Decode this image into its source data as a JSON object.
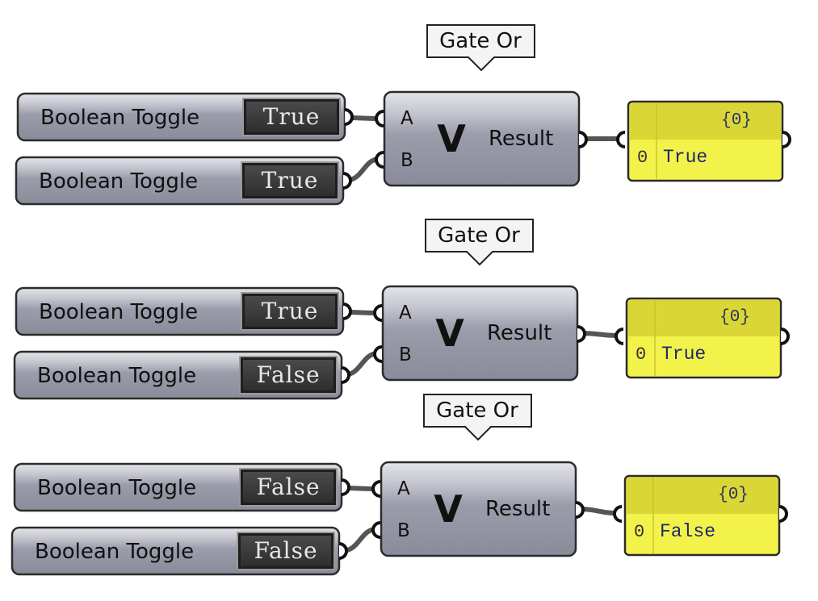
{
  "canvas": {
    "background": "#ffffff"
  },
  "colors": {
    "node_body": "#8f90a0",
    "node_top": "#d4d5dd",
    "toggle_bg": "#3c3c3c",
    "panel_bg": "#f3f24b",
    "panel_header": "#dad636",
    "wire": "#555555"
  },
  "groups": [
    {
      "tooltip": "Gate Or",
      "toggles": [
        {
          "label": "Boolean Toggle",
          "value": "True"
        },
        {
          "label": "Boolean Toggle",
          "value": "True"
        }
      ],
      "gate": {
        "input_a": "A",
        "input_b": "B",
        "symbol": "V",
        "output": "Result",
        "symbol_icon": "logical-or-icon"
      },
      "panel": {
        "path": "{0}",
        "index": "0",
        "value": "True"
      }
    },
    {
      "tooltip": "Gate Or",
      "toggles": [
        {
          "label": "Boolean Toggle",
          "value": "True"
        },
        {
          "label": "Boolean Toggle",
          "value": "False"
        }
      ],
      "gate": {
        "input_a": "A",
        "input_b": "B",
        "symbol": "V",
        "output": "Result",
        "symbol_icon": "logical-or-icon"
      },
      "panel": {
        "path": "{0}",
        "index": "0",
        "value": "True"
      }
    },
    {
      "tooltip": "Gate Or",
      "toggles": [
        {
          "label": "Boolean Toggle",
          "value": "False"
        },
        {
          "label": "Boolean Toggle",
          "value": "False"
        }
      ],
      "gate": {
        "input_a": "A",
        "input_b": "B",
        "symbol": "V",
        "output": "Result",
        "symbol_icon": "logical-or-icon"
      },
      "panel": {
        "path": "{0}",
        "index": "0",
        "value": "False"
      }
    }
  ]
}
